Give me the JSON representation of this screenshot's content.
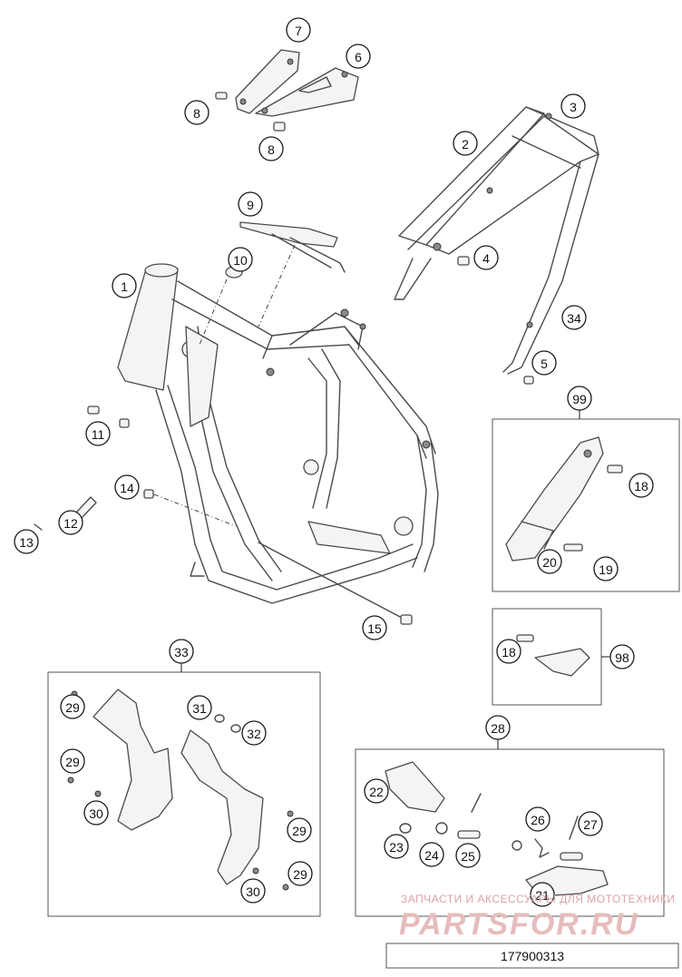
{
  "diagram": {
    "document_number": "177900313",
    "watermark": {
      "line1": "ЗАПЧАСТИ И АКСЕССУАРЫ ДЛЯ МОТОТЕХНИКИ",
      "line2": "PARTSFOR.RU"
    },
    "callouts": [
      {
        "id": "c1",
        "label": "1"
      },
      {
        "id": "c2",
        "label": "2"
      },
      {
        "id": "c3",
        "label": "3"
      },
      {
        "id": "c4",
        "label": "4"
      },
      {
        "id": "c5",
        "label": "5"
      },
      {
        "id": "c6",
        "label": "6"
      },
      {
        "id": "c7",
        "label": "7"
      },
      {
        "id": "c8a",
        "label": "8"
      },
      {
        "id": "c8b",
        "label": "8"
      },
      {
        "id": "c9",
        "label": "9"
      },
      {
        "id": "c10",
        "label": "10"
      },
      {
        "id": "c11",
        "label": "11"
      },
      {
        "id": "c12",
        "label": "12"
      },
      {
        "id": "c13",
        "label": "13"
      },
      {
        "id": "c14",
        "label": "14"
      },
      {
        "id": "c15",
        "label": "15"
      },
      {
        "id": "c34",
        "label": "34"
      },
      {
        "id": "c99",
        "label": "99"
      },
      {
        "id": "c18a",
        "label": "18"
      },
      {
        "id": "c19",
        "label": "19"
      },
      {
        "id": "c20",
        "label": "20"
      },
      {
        "id": "c18b",
        "label": "18"
      },
      {
        "id": "c98",
        "label": "98"
      },
      {
        "id": "c33",
        "label": "33"
      },
      {
        "id": "c29a",
        "label": "29"
      },
      {
        "id": "c29b",
        "label": "29"
      },
      {
        "id": "c30a",
        "label": "30"
      },
      {
        "id": "c31",
        "label": "31"
      },
      {
        "id": "c32",
        "label": "32"
      },
      {
        "id": "c29c",
        "label": "29"
      },
      {
        "id": "c29d",
        "label": "29"
      },
      {
        "id": "c30b",
        "label": "30"
      },
      {
        "id": "c28",
        "label": "28"
      },
      {
        "id": "c22",
        "label": "22"
      },
      {
        "id": "c23",
        "label": "23"
      },
      {
        "id": "c24",
        "label": "24"
      },
      {
        "id": "c25",
        "label": "25"
      },
      {
        "id": "c26",
        "label": "26"
      },
      {
        "id": "c27",
        "label": "27"
      },
      {
        "id": "c21",
        "label": "21"
      }
    ]
  }
}
